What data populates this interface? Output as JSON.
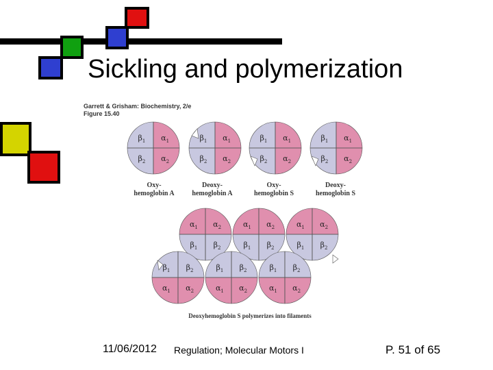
{
  "slide": {
    "title": "Sickling and polymerization",
    "figure_source": "Garrett & Grisham: Biochemistry, 2/e",
    "figure_number": "Figure 15.40",
    "hemoglobins": [
      {
        "label_line1": "Oxy-",
        "label_line2": "hemoglobin A"
      },
      {
        "label_line1": "Deoxy-",
        "label_line2": "hemoglobin A"
      },
      {
        "label_line1": "Oxy-",
        "label_line2": "hemoglobin S"
      },
      {
        "label_line1": "Deoxy-",
        "label_line2": "hemoglobin S"
      }
    ],
    "subunits": {
      "beta1": "β",
      "alpha1": "α",
      "beta2": "β",
      "alpha2": "α",
      "sub1": "1",
      "sub2": "2"
    },
    "polymer_caption": "Deoxyhemoglobin S polymerizes into filaments",
    "footer": {
      "date": "11/06/2012",
      "course": "Regulation; Molecular Motors I",
      "page": "P. 51 of 65"
    },
    "colors": {
      "beta": "#c8c8e0",
      "alpha": "#e08fae",
      "square_blue": "#2f3fd0",
      "square_red": "#e01010",
      "square_green": "#10a010",
      "square_yellow": "#d4d400"
    }
  }
}
